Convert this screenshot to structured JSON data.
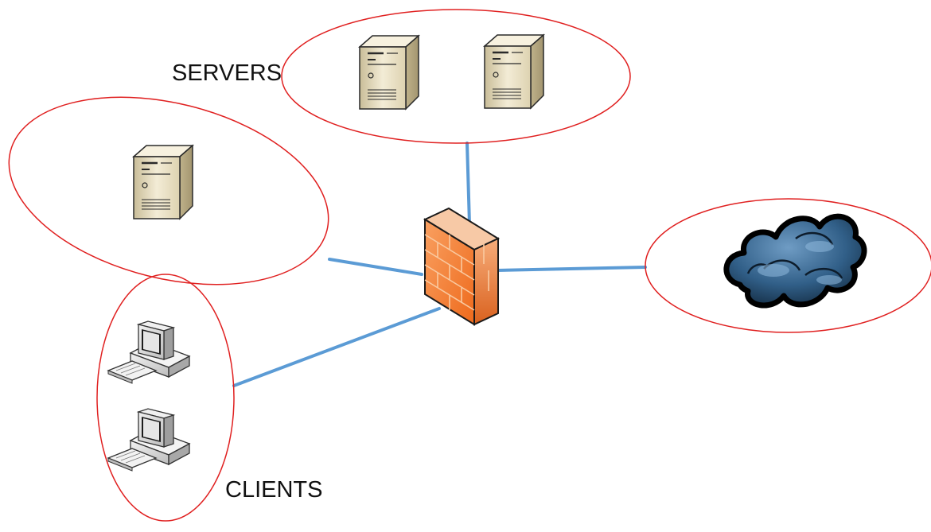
{
  "labels": {
    "servers": "SERVERS",
    "clients": "CLIENTS"
  },
  "nodes": [
    {
      "id": "server-1",
      "icon": "server-tower-icon",
      "zone": "servers"
    },
    {
      "id": "server-2",
      "icon": "server-tower-icon",
      "zone": "servers"
    },
    {
      "id": "server-3",
      "icon": "server-tower-icon",
      "zone": "left-zone"
    },
    {
      "id": "firewall",
      "icon": "firewall-brick-wall-icon"
    },
    {
      "id": "internet",
      "icon": "storm-cloud-icon",
      "zone": "internet-zone"
    },
    {
      "id": "client-1",
      "icon": "desktop-computer-icon",
      "zone": "clients"
    },
    {
      "id": "client-2",
      "icon": "desktop-computer-icon",
      "zone": "clients"
    }
  ],
  "links": [
    {
      "from": "firewall",
      "to": "servers"
    },
    {
      "from": "firewall",
      "to": "left-zone"
    },
    {
      "from": "firewall",
      "to": "internet-zone"
    },
    {
      "from": "firewall",
      "to": "clients"
    }
  ],
  "colors": {
    "zone_outline": "#e02020",
    "link": "#5b9bd5",
    "firewall": "#f47c2c",
    "server_body": "#ece4cc",
    "cloud": "#2c5a82"
  }
}
